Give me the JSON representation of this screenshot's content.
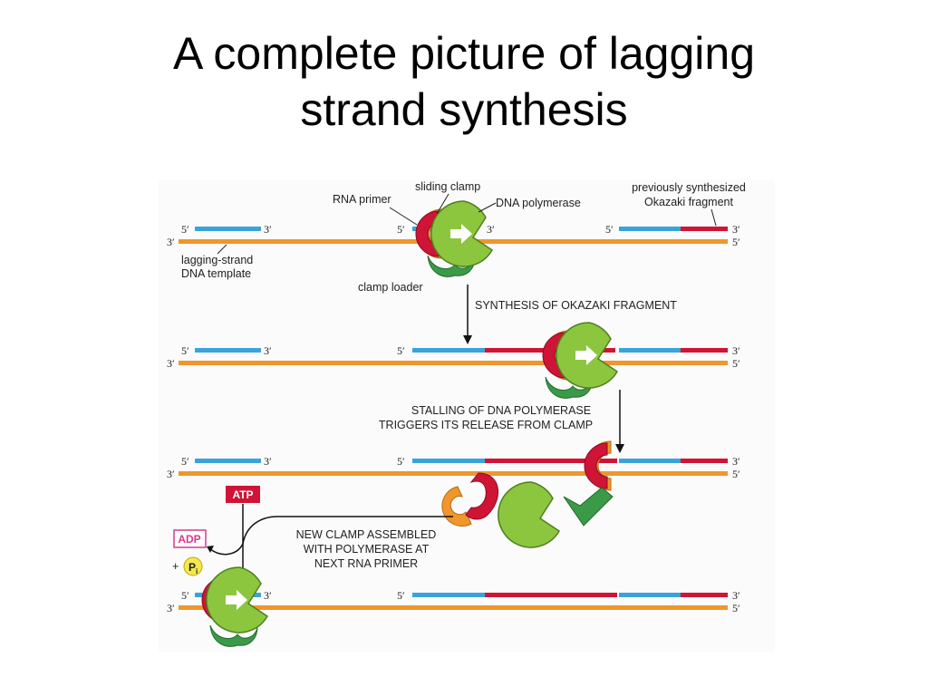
{
  "title": {
    "line1": "A complete picture of lagging",
    "line2": "strand synthesis"
  },
  "diagram": {
    "labels": {
      "rna_primer": "RNA primer",
      "sliding_clamp": "sliding clamp",
      "dna_polymerase": "DNA polymerase",
      "prev_okazaki_line1": "previously synthesized",
      "prev_okazaki_line2": "Okazaki fragment",
      "template_line1": "lagging-strand",
      "template_line2": "DNA template",
      "clamp_loader": "clamp loader"
    },
    "steps": {
      "synthesis": "SYNTHESIS OF OKAZAKI FRAGMENT",
      "stalling_line1": "STALLING OF DNA POLYMERASE",
      "stalling_line2": "TRIGGERS ITS RELEASE FROM CLAMP",
      "new_clamp_line1": "NEW CLAMP ASSEMBLED",
      "new_clamp_line2": "WITH POLYMERASE AT",
      "new_clamp_line3": "NEXT RNA PRIMER"
    },
    "energy": {
      "atp": "ATP",
      "adp": "ADP",
      "plus": "+",
      "pi_letter": "P",
      "pi_sub": "i"
    },
    "ends": {
      "five_prime": "5′",
      "three_prime": "3′"
    },
    "colors": {
      "template_strand": "#f0962c",
      "rna_primer": "#3ba3dc",
      "new_dna": "#cf1436",
      "polymerase": "#8cc63f",
      "clamp": "#cf1436",
      "clamp_outline": "#f0962c",
      "clamp_loader": "#3a9a48",
      "atp_badge": "#cf1436",
      "adp_badge": "#d63a8c",
      "pi_circle": "#f4e84a"
    }
  }
}
